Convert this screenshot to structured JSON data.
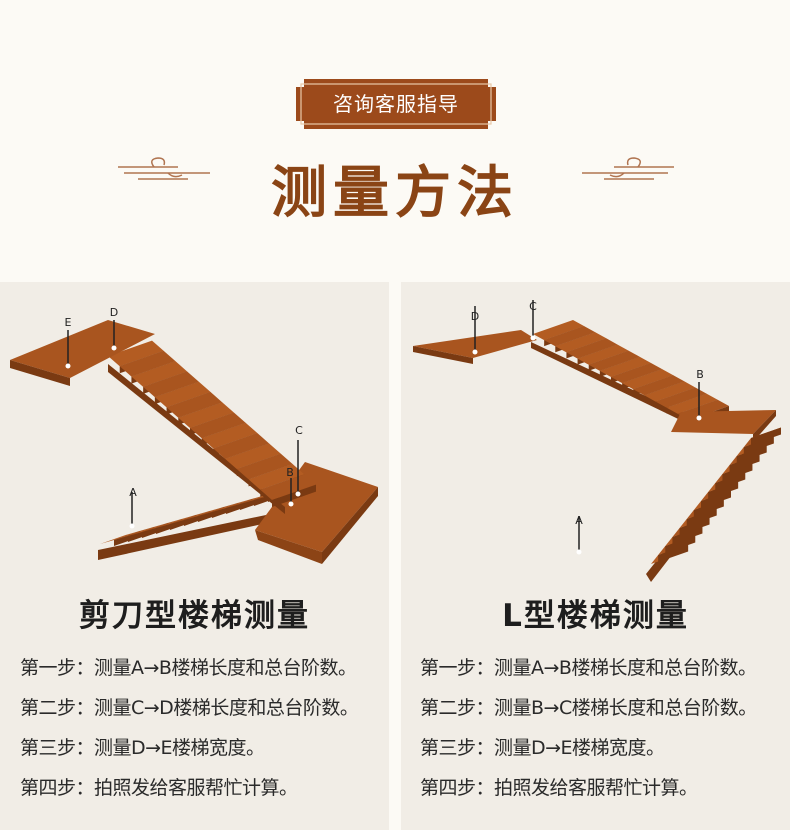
{
  "header": {
    "badge_label": "咨询客服指导",
    "title": "测量方法"
  },
  "colors": {
    "brand_brown": "#8a4415",
    "badge_fill": "#9c4a1b",
    "stair_top": "#a9551f",
    "stair_side": "#7a3a12",
    "panel_bg": "#f1ede6"
  },
  "panels": [
    {
      "title": "剪刀型楼梯测量",
      "markers": {
        "a": "A",
        "b": "B",
        "c": "C",
        "d": "D",
        "e": "E"
      },
      "steps": [
        "第一步：测量A→B楼梯长度和总台阶数。",
        "第二步：测量C→D楼梯长度和总台阶数。",
        "第三步：测量D→E楼梯宽度。",
        "第四步：拍照发给客服帮忙计算。"
      ]
    },
    {
      "title": "L型楼梯测量",
      "markers": {
        "a": "A",
        "b": "B",
        "c": "C",
        "d": "D"
      },
      "steps": [
        "第一步：测量A→B楼梯长度和总台阶数。",
        "第二步：测量B→C楼梯长度和总台阶数。",
        "第三步：测量D→E楼梯宽度。",
        "第四步：拍照发给客服帮忙计算。"
      ]
    }
  ]
}
